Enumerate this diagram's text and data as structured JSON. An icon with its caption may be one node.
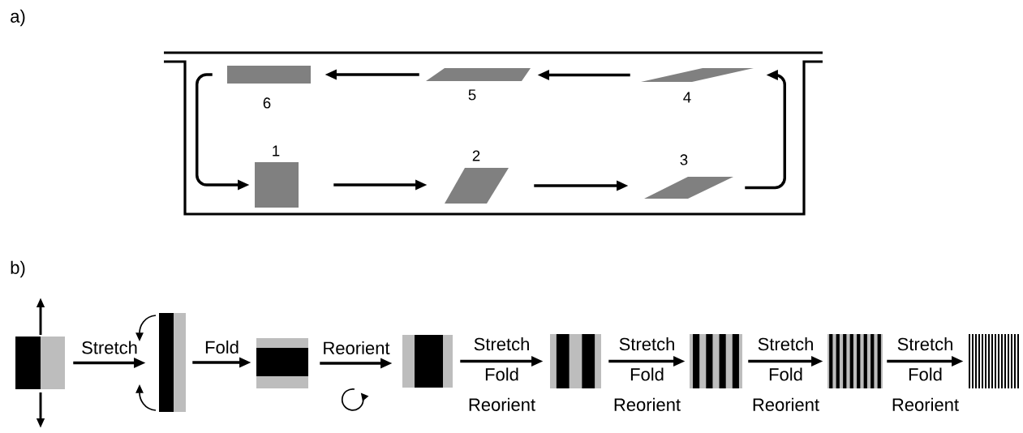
{
  "diagram": {
    "nodes": [
      {
        "text": [
          "1"
        ]
      },
      {
        "text": [
          "2"
        ]
      },
      {
        "text": [
          "3"
        ]
      },
      {
        "text": [
          "4"
        ]
      },
      {
        "text": [
          "5"
        ]
      },
      {
        "text": [
          "6"
        ]
      },
      {
        "text": [],
        "shape": "box"
      },
      {
        "text": [],
        "shape": "box"
      },
      {
        "text": [],
        "shape": "box"
      },
      {
        "text": [],
        "shape": "box"
      },
      {
        "text": [],
        "shape": "box"
      },
      {
        "text": [],
        "shape": "box"
      },
      {
        "text": [],
        "shape": "box"
      },
      {
        "text": [],
        "shape": "box"
      }
    ],
    "edges": [
      {
        "from": 0,
        "to": 1,
        "arrow": "to"
      },
      {
        "from": 1,
        "to": 2,
        "arrow": "to"
      },
      {
        "from": 2,
        "to": 3,
        "arrow": "to"
      },
      {
        "from": 3,
        "to": 4,
        "arrow": "to"
      },
      {
        "from": 4,
        "to": 5,
        "arrow": "to"
      },
      {
        "from": 5,
        "to": 0,
        "arrow": "to"
      },
      {
        "from": 6,
        "to": 7,
        "arrow": "to",
        "label": "Stretch"
      },
      {
        "from": 7,
        "to": 8,
        "arrow": "to",
        "label": "Fold"
      },
      {
        "from": 8,
        "to": 9,
        "arrow": "to",
        "label": "Reorient"
      },
      {
        "from": 9,
        "to": 10,
        "arrow": "to",
        "label": "Stretch Fold Reorient"
      },
      {
        "from": 10,
        "to": 11,
        "arrow": "to",
        "label": "Stretch Fold Reorient"
      },
      {
        "from": 11,
        "to": 12,
        "arrow": "to",
        "label": "Stretch Fold Reorient"
      },
      {
        "from": 12,
        "to": 13,
        "arrow": "to",
        "label": "Stretch Fold Reorient"
      }
    ],
    "labels": [
      "a)",
      "b)"
    ]
  }
}
